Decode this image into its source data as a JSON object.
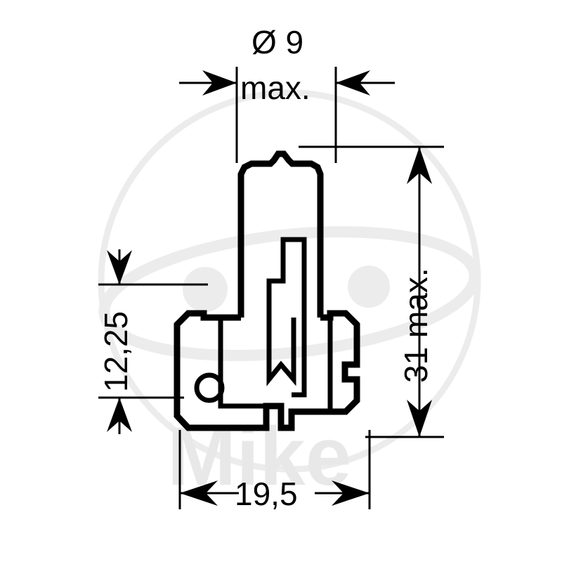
{
  "drawing": {
    "title": "Bulb technical dimension drawing",
    "type": "engineering-dimension-drawing",
    "subject": "halogen bulb H2 style with flanged base",
    "units": "mm",
    "line_color": "#000000",
    "background_color": "#ffffff",
    "watermark_color": "#ececec"
  },
  "dimensions": {
    "diameter": {
      "label": "Ø 9",
      "qualifier": "max.",
      "value": 9,
      "symbol": "diameter",
      "orientation": "horizontal",
      "position": "top"
    },
    "height": {
      "label": "31 max.",
      "value": 31,
      "qualifier": "max.",
      "orientation": "vertical-rotated",
      "position": "right"
    },
    "base_height": {
      "label": "12,25",
      "value": 12.25,
      "orientation": "vertical-rotated",
      "position": "left"
    },
    "base_width": {
      "label": "19,5",
      "value": 19.5,
      "orientation": "horizontal",
      "position": "bottom"
    }
  },
  "watermark": {
    "text": "Mike",
    "logo": "orbit-ellipse-logo",
    "color": "#ececec"
  }
}
